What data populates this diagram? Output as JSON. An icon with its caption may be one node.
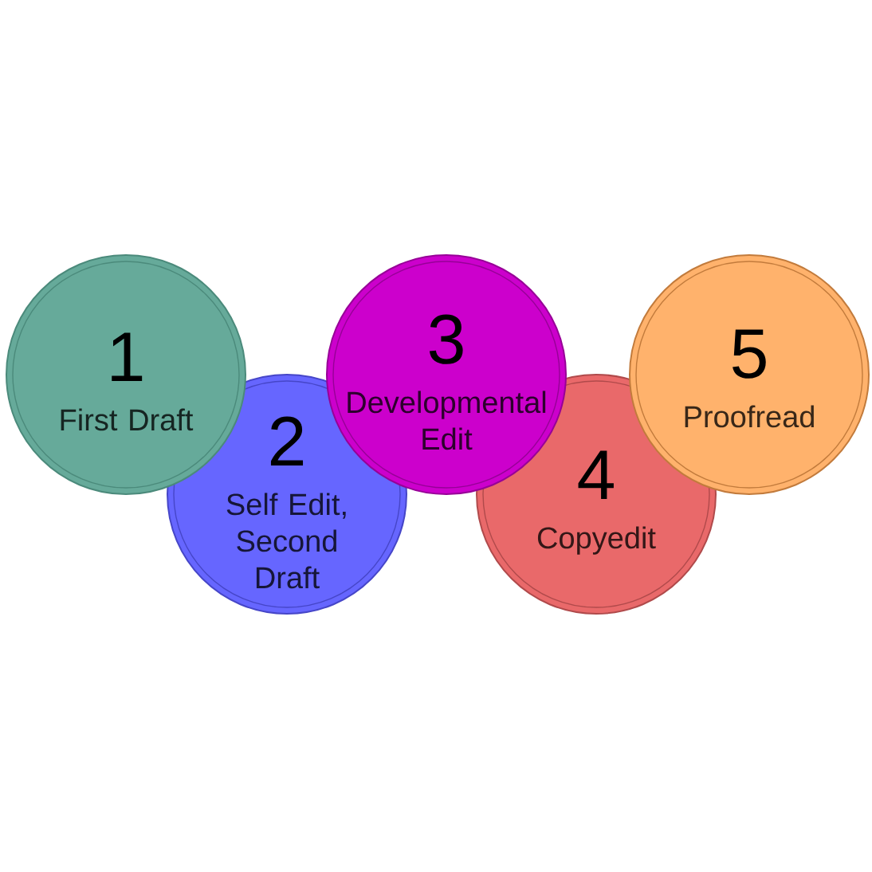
{
  "diagram": {
    "nodes": [
      {
        "text": [
          "1",
          "First Draft"
        ]
      },
      {
        "text": [
          "2",
          "Self Edit, Second Draft"
        ]
      },
      {
        "text": [
          "3",
          "Developmental Edit"
        ]
      },
      {
        "text": [
          "4",
          "Copyedit"
        ]
      },
      {
        "text": [
          "5",
          "Proofread"
        ]
      }
    ]
  }
}
